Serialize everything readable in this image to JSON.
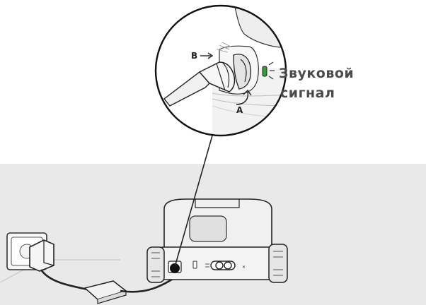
{
  "labels": {
    "b": "B",
    "a": "A",
    "signal_line1": "Звуковой",
    "signal_line2": "сигнал"
  },
  "colors": {
    "wall": "#e9e9e9",
    "robot_body": "#f1f1f1",
    "outline": "#222222",
    "led_green": "#3a9a3a",
    "cable": "#222222"
  },
  "icons": {
    "arrow_b": "arrow-right-icon",
    "arrow_a": "curved-arrow-icon",
    "beep_indicator": "led-icon"
  }
}
